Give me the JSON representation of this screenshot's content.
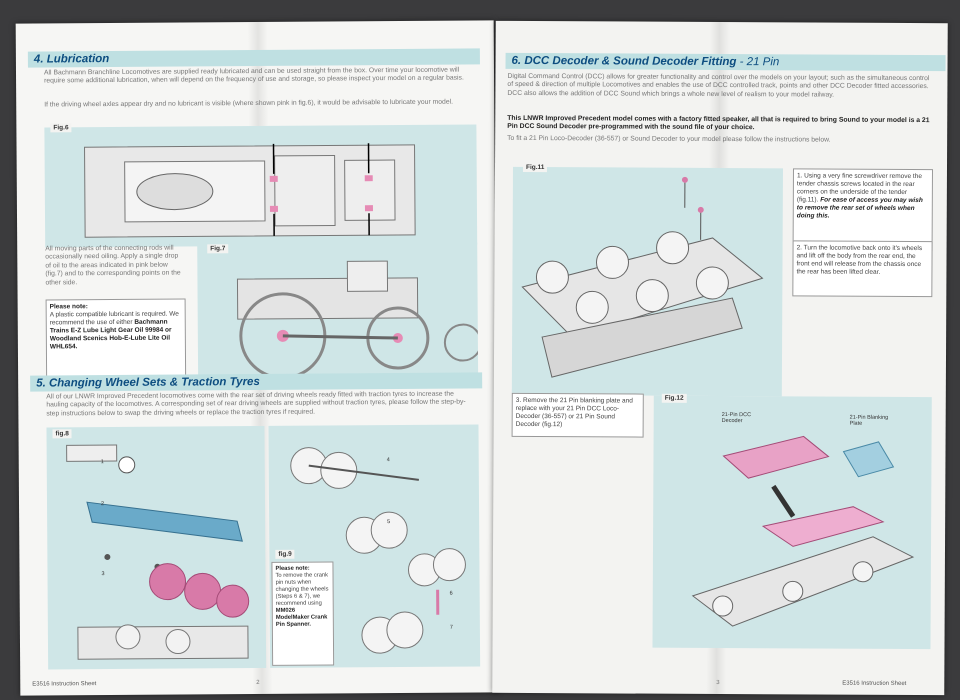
{
  "left_page": {
    "section4": {
      "heading": "4. Lubrication",
      "body": "All Bachmann Branchline Locomotives are supplied ready lubricated and can be used straight from the box. Over time your locomotive will require some additional lubrication, when will depend on the frequency of use and storage, so please inspect your model on a regular basis.",
      "body2": "If the driving wheel axles appear dry and no lubricant is visible (where shown pink in fig.6), it would be advisable to lubricate your model.",
      "fig6_label": "Fig.6",
      "fig7_label": "Fig.7",
      "moving_parts_text": "All moving parts of the connecting rods will occasionally need oiling. Apply a single drop of oil to the areas indicated in pink below (fig.7) and to the corresponding points on the other side.",
      "note_title": "Please note:",
      "note_text": "A plastic compatible lubricant is required. We recommend the use of either",
      "note_products": "Bachmann Trains E-Z Lube Light Gear Oil 99984 or Woodland Scenics Hob-E-Lube Lite Oil WHL654."
    },
    "section5": {
      "heading": "5. Changing Wheel Sets & Traction Tyres",
      "body": "All of our LNWR Improved Precedent locomotives come with the rear set of driving wheels ready fitted with traction tyres to increase the hauling capacity of the locomotives. A corresponding set of rear driving wheels are supplied without traction tyres, please follow the step-by-step instructions below to swap the driving wheels or replace the traction tyres if required.",
      "fig8_label": "fig.8",
      "fig9_label": "fig.9",
      "steps": [
        "1",
        "2",
        "3",
        "4",
        "5",
        "6",
        "7"
      ],
      "note_title": "Please note:",
      "note_text": "To remove the crank pin nuts when changing the wheels (Steps 6 & 7), we recommend using",
      "note_product": "MM026 ModelMaker Crank Pin Spanner."
    },
    "footer": "E3516 Instruction Sheet",
    "page_number": "2"
  },
  "right_page": {
    "section6": {
      "heading": "6. DCC Decoder & Sound Decoder Fitting",
      "heading_suffix": " - 21 Pin",
      "body": "Digital Command Control (DCC) allows for greater functionality and control over the models on your layout; such as the simultaneous control of speed & direction of multiple Locomotives and enables the use of DCC controlled track, points and other DCC Decoder fitted accessories. DCC also allows the addition of DCC Sound which brings a whole new level of realism to your model railway.",
      "bold_text": "This LNWR Improved Precedent model comes with a factory fitted speaker, all that is required to bring Sound to your model is a 21 Pin DCC Sound Decoder pre-programmed with the sound file of your choice.",
      "fit_text": "To fit a 21 Pin Loco-Decoder (36-557) or Sound Decoder to your model please follow the instructions below.",
      "fig11_label": "Fig.11",
      "fig12_label": "Fig.12",
      "step1": "1. Using a very fine screwdriver remove the tender chassis screws located in the rear corners on the underside of the tender (fig.11).",
      "step1_bold": "For ease of access you may wish to remove the rear set of wheels when doing this.",
      "step2": "2. Turn the locomotive back onto it's wheels and lift off the body from the rear end, the front end will release from the chassis once the rear has been lifted clear.",
      "step3": "3. Remove the 21 Pin blanking plate and replace with your 21 Pin DCC Loco-Decoder (36-557) or 21 Pin Sound Decoder (fig.12)",
      "callout_decoder": "21-Pin DCC Decoder",
      "callout_plate": "21-Pin Blanking Plate"
    },
    "footer": "E3516 Instruction Sheet",
    "page_number": "3"
  },
  "colors": {
    "heading_band": "#bfe0e2",
    "heading_text": "#0d4d80",
    "figure_panel": "#cfe6e7",
    "lube_pink": "#e68bb5"
  }
}
